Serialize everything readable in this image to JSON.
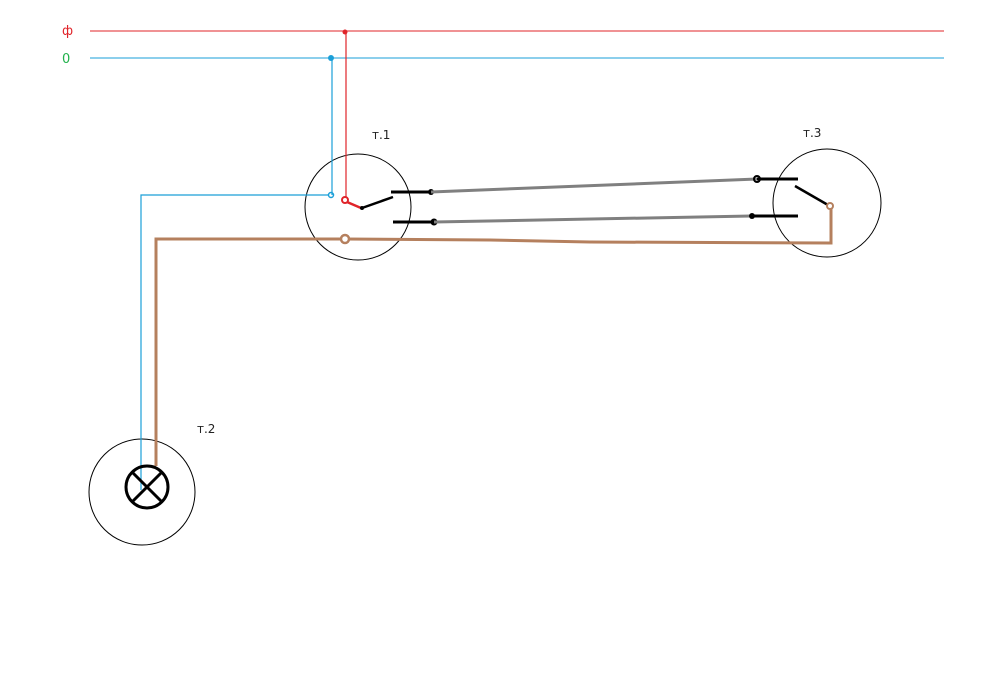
{
  "rails": {
    "phase_label": "ф",
    "neutral_label": "0"
  },
  "points": {
    "t1": "т.1",
    "t2": "т.2",
    "t3": "т.3"
  },
  "colors": {
    "phase": "#e0242a",
    "neutral": "#1a9fd8",
    "neutral_label": "#22b14c",
    "load": "#b5805e",
    "traveler": "#808080",
    "contact": "#000000"
  }
}
